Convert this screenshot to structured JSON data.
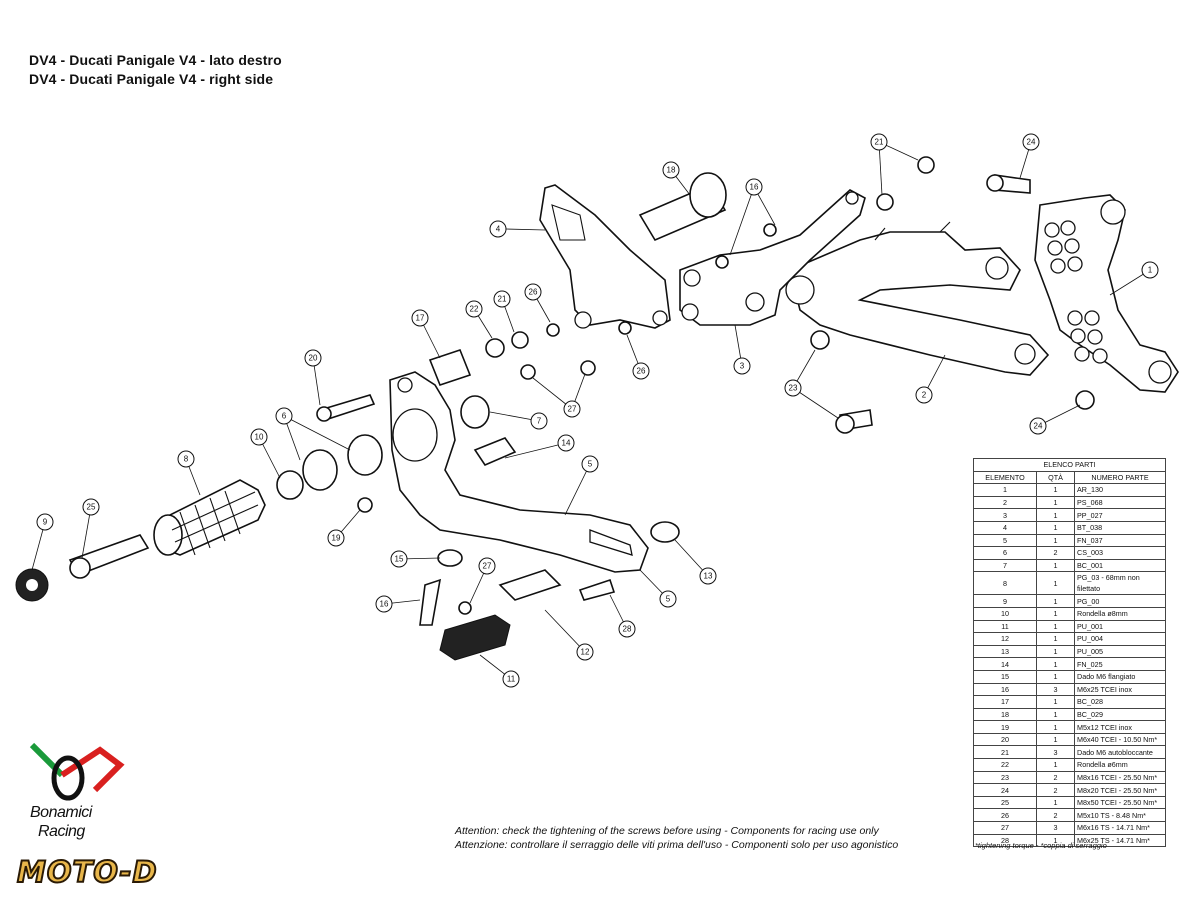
{
  "titles": {
    "line1": "DV4 - Ducati Panigale V4 - lato destro",
    "line2": "DV4 - Ducati Panigale V4 - right side"
  },
  "callouts": [
    "1",
    "2",
    "3",
    "4",
    "5",
    "5",
    "6",
    "7",
    "8",
    "9",
    "10",
    "11",
    "12",
    "13",
    "14",
    "15",
    "16",
    "16",
    "17",
    "18",
    "19",
    "20",
    "21",
    "21",
    "22",
    "23",
    "24",
    "24",
    "25",
    "26",
    "26",
    "27",
    "27",
    "28"
  ],
  "bom": {
    "caption": "ELENCO PARTI",
    "headers": [
      "ELEMENTO",
      "QTÀ",
      "NUMERO PARTE"
    ],
    "rows": [
      [
        "1",
        "1",
        "AR_130"
      ],
      [
        "2",
        "1",
        "PS_068"
      ],
      [
        "3",
        "1",
        "PP_027"
      ],
      [
        "4",
        "1",
        "BT_038"
      ],
      [
        "5",
        "1",
        "FN_037"
      ],
      [
        "6",
        "2",
        "CS_003"
      ],
      [
        "7",
        "1",
        "BC_001"
      ],
      [
        "8",
        "1",
        "PG_03 - 68mm non filettato"
      ],
      [
        "9",
        "1",
        "PG_00"
      ],
      [
        "10",
        "1",
        "Rondella ø8mm"
      ],
      [
        "11",
        "1",
        "PU_001"
      ],
      [
        "12",
        "1",
        "PU_004"
      ],
      [
        "13",
        "1",
        "PU_005"
      ],
      [
        "14",
        "1",
        "FN_025"
      ],
      [
        "15",
        "1",
        "Dado M6 flangiato"
      ],
      [
        "16",
        "3",
        "M6x25 TCEI inox"
      ],
      [
        "17",
        "1",
        "BC_028"
      ],
      [
        "18",
        "1",
        "BC_029"
      ],
      [
        "19",
        "1",
        "M5x12 TCEI inox"
      ],
      [
        "20",
        "1",
        "M6x40 TCEI - 10.50 Nm*"
      ],
      [
        "21",
        "3",
        "Dado M6 autobloccante"
      ],
      [
        "22",
        "1",
        "Rondella ø6mm"
      ],
      [
        "23",
        "2",
        "M8x16 TCEI - 25.50 Nm*"
      ],
      [
        "24",
        "2",
        "M8x20 TCEI - 25.50 Nm*"
      ],
      [
        "25",
        "1",
        "M8x50 TCEI - 25.50 Nm*"
      ],
      [
        "26",
        "2",
        "M5x10 TS - 8.48 Nm*"
      ],
      [
        "27",
        "3",
        "M6x16 TS - 14.71 Nm*"
      ],
      [
        "28",
        "1",
        "M6x25 TS - 14.71 Nm*"
      ]
    ]
  },
  "torque_note": "*tightening torque - *coppia di serraggio",
  "notes": {
    "en": "Attention: check the tightening of the screws before using - Components for racing use only",
    "it": "Attenzione: controllare il serraggio delle viti prima dell'uso - Componenti solo per uso agonistico"
  },
  "logo": {
    "line1": "Bonamici",
    "line2": "Racing",
    "brand": "MOTO-D",
    "colors": {
      "green": "#1a9a3a",
      "red": "#d9201f",
      "gold": "#e8b64a",
      "black": "#111111"
    }
  }
}
